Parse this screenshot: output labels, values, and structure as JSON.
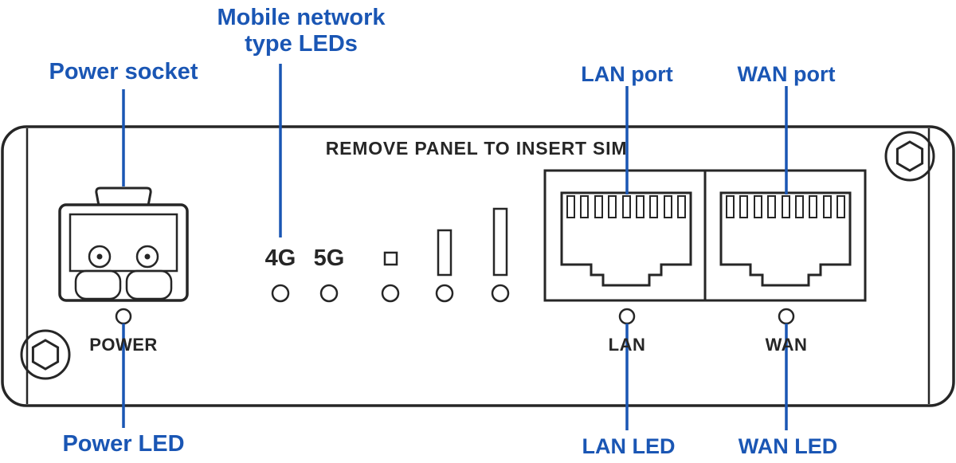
{
  "colors": {
    "accent": "#1a56b4",
    "line": "#262626",
    "bg": "#ffffff"
  },
  "callouts": {
    "top": {
      "power_socket": "Power socket",
      "mobile_leds": {
        "line1": "Mobile network",
        "line2": "type LEDs"
      },
      "lan_port": "LAN port",
      "wan_port": "WAN port"
    },
    "bottom": {
      "power_led": "Power LED",
      "lan_led": "LAN LED",
      "wan_led": "WAN LED"
    }
  },
  "panel": {
    "sim_notice": "REMOVE PANEL TO INSERT SIM",
    "mobile_network_types": {
      "g4": "4G",
      "g5": "5G"
    },
    "port_labels": {
      "power": "POWER",
      "lan": "LAN",
      "wan": "WAN"
    }
  }
}
